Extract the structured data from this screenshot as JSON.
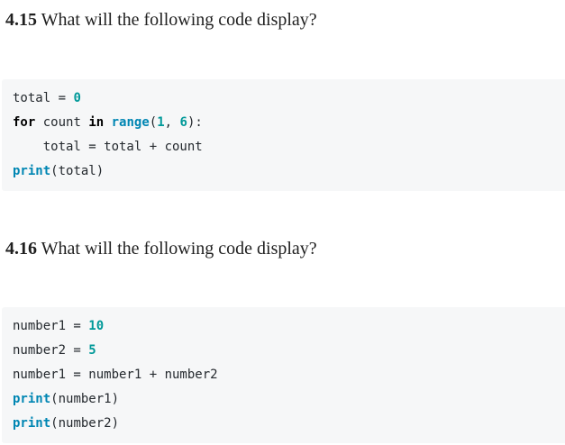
{
  "colors": {
    "page_bg": "#ffffff",
    "heading_text": "#1f1f1f",
    "code_bg": "#f6f7f8",
    "code_text": "#24292e",
    "keyword": "#000000",
    "builtin": "#0086b3",
    "number": "#009999"
  },
  "document": {
    "exercises": [
      {
        "number": "4.15",
        "question": "What will the following code display?",
        "code_lines": [
          [
            {
              "t": "total = ",
              "c": "plain"
            },
            {
              "t": "0",
              "c": "number"
            }
          ],
          [
            {
              "t": "for",
              "c": "keyword"
            },
            {
              "t": " count ",
              "c": "plain"
            },
            {
              "t": "in",
              "c": "keyword"
            },
            {
              "t": " ",
              "c": "plain"
            },
            {
              "t": "range",
              "c": "builtin"
            },
            {
              "t": "(",
              "c": "plain"
            },
            {
              "t": "1",
              "c": "number"
            },
            {
              "t": ", ",
              "c": "plain"
            },
            {
              "t": "6",
              "c": "number"
            },
            {
              "t": "):",
              "c": "plain"
            }
          ],
          [
            {
              "t": "    total = total + count",
              "c": "plain"
            }
          ],
          [
            {
              "t": "print",
              "c": "builtin"
            },
            {
              "t": "(total)",
              "c": "plain"
            }
          ]
        ]
      },
      {
        "number": "4.16",
        "question": "What will the following code display?",
        "code_lines": [
          [
            {
              "t": "number1 = ",
              "c": "plain"
            },
            {
              "t": "10",
              "c": "number"
            }
          ],
          [
            {
              "t": "number2 = ",
              "c": "plain"
            },
            {
              "t": "5",
              "c": "number"
            }
          ],
          [
            {
              "t": "number1 = number1 + number2",
              "c": "plain"
            }
          ],
          [
            {
              "t": "print",
              "c": "builtin"
            },
            {
              "t": "(number1)",
              "c": "plain"
            }
          ],
          [
            {
              "t": "print",
              "c": "builtin"
            },
            {
              "t": "(number2)",
              "c": "plain"
            }
          ]
        ]
      }
    ]
  }
}
